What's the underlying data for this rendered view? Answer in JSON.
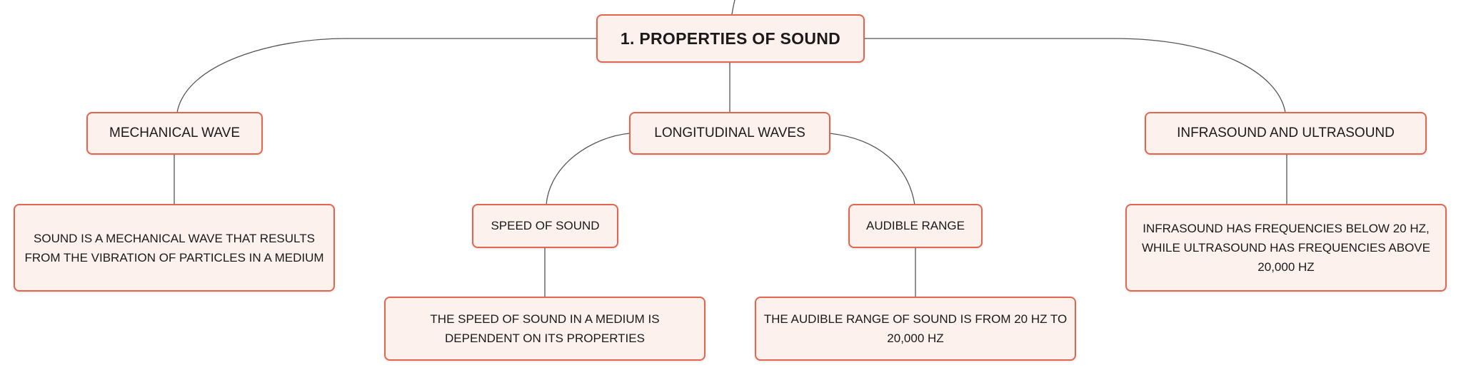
{
  "colors": {
    "node_border": "#e06650",
    "node_fill": "#fdf1ee",
    "connector": "#555555"
  },
  "nodes": {
    "root": "1. PROPERTIES OF SOUND",
    "mechanical_wave": "MECHANICAL WAVE",
    "mechanical_wave_desc": "SOUND IS A MECHANICAL WAVE THAT RESULTS FROM THE VIBRATION OF PARTICLES IN A MEDIUM",
    "longitudinal_waves": "LONGITUDINAL WAVES",
    "speed_of_sound": "SPEED OF SOUND",
    "speed_of_sound_desc": "THE SPEED OF SOUND IN A MEDIUM IS DEPENDENT ON ITS PROPERTIES",
    "audible_range": "AUDIBLE RANGE",
    "audible_range_desc": "THE AUDIBLE RANGE OF SOUND IS FROM 20 HZ TO 20,000 HZ",
    "infra_ultra": "INFRASOUND AND ULTRASOUND",
    "infra_ultra_desc": "INFRASOUND HAS FREQUENCIES BELOW 20 HZ, WHILE ULTRASOUND HAS FREQUENCIES ABOVE 20,000 HZ"
  }
}
